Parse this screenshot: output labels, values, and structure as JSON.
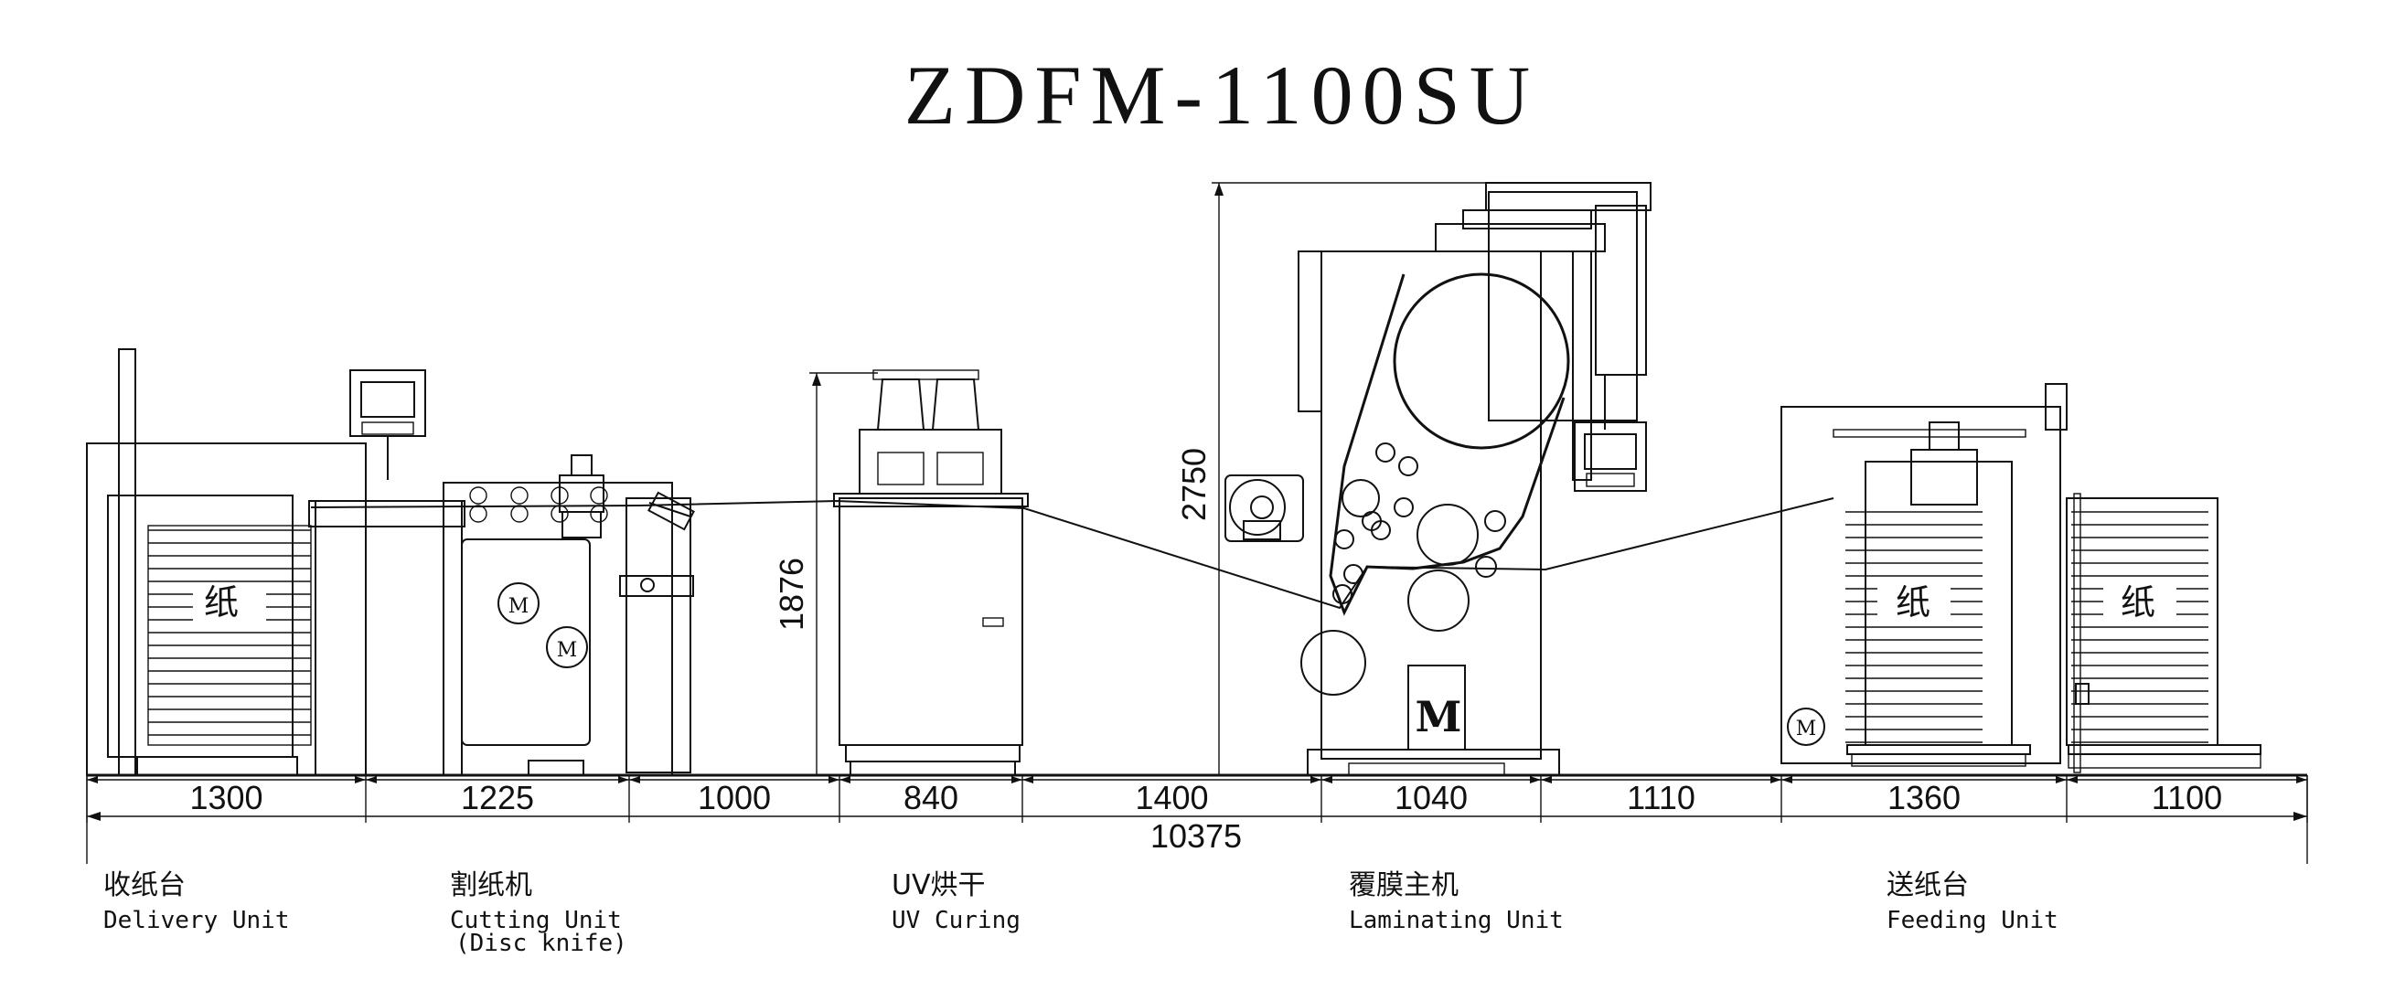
{
  "title": "ZDFM-1100SU",
  "paper_label": "纸",
  "motor_label": "M",
  "height_dims": {
    "uv": "1876",
    "main": "2750"
  },
  "segment_dims": [
    "1300",
    "1225",
    "1000",
    "840",
    "1400",
    "1040",
    "1110",
    "1360",
    "1100"
  ],
  "total_dim": "10375",
  "units": [
    {
      "cn": "收纸台",
      "en": "Delivery Unit",
      "en2": ""
    },
    {
      "cn": "割纸机",
      "en": "Cutting Unit",
      "en2": "(Disc knife)"
    },
    {
      "cn": "UV烘干",
      "en": "UV Curing",
      "en2": ""
    },
    {
      "cn": "覆膜主机",
      "en": "Laminating Unit",
      "en2": ""
    },
    {
      "cn": "送纸台",
      "en": "Feeding Unit",
      "en2": ""
    }
  ]
}
